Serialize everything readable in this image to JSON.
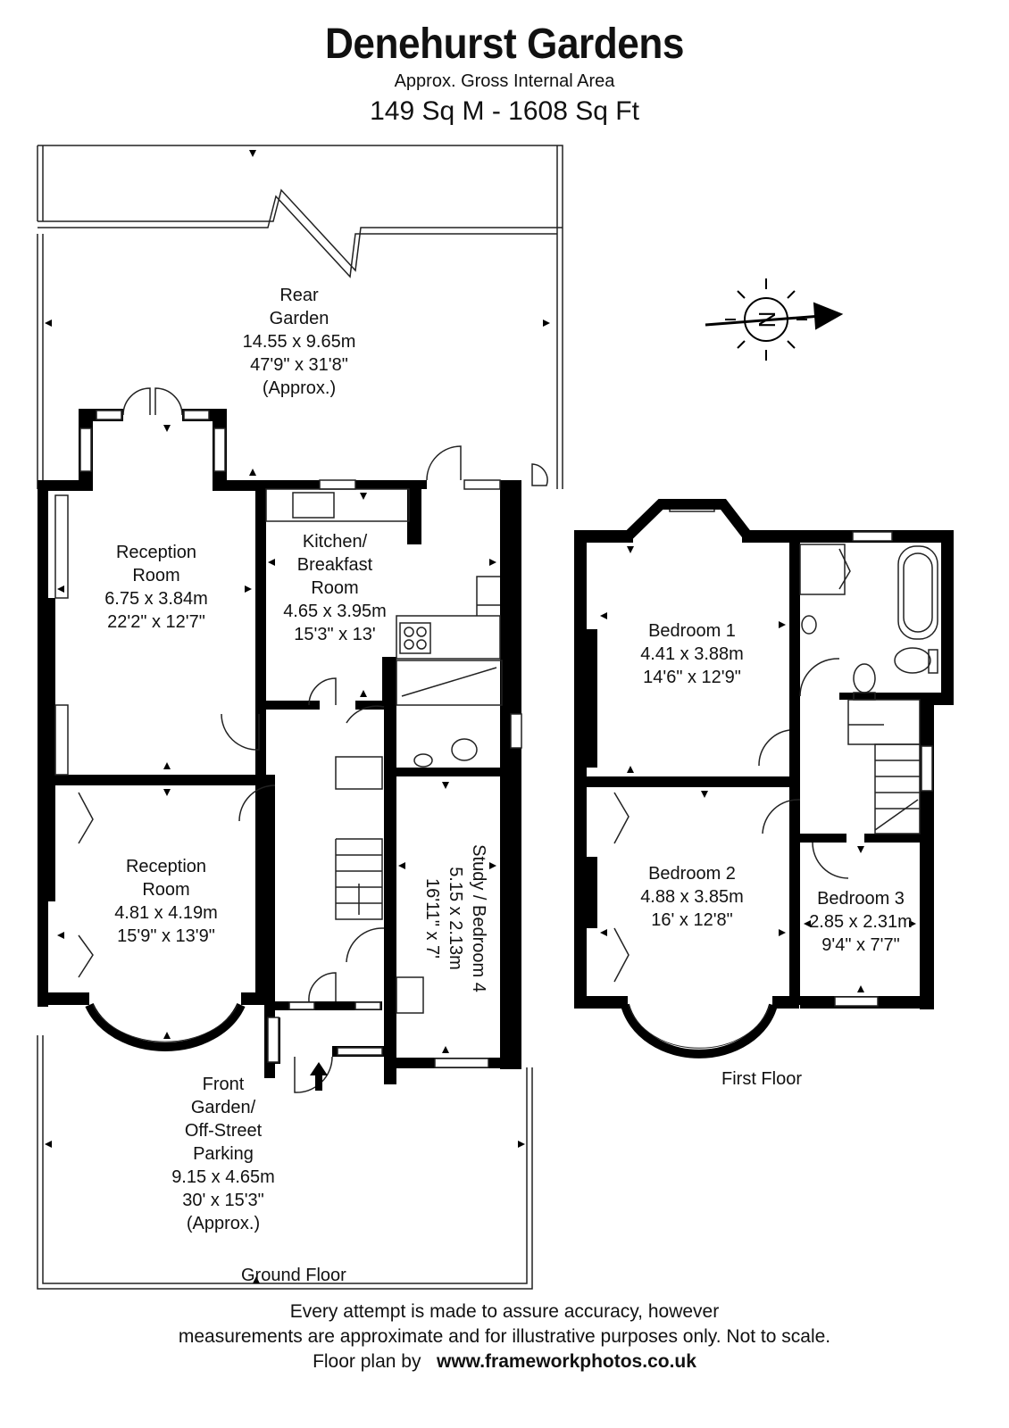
{
  "header": {
    "title": "Denehurst Gardens",
    "subtitle": "Approx. Gross Internal Area",
    "area": "149 Sq M  -  1608 Sq Ft"
  },
  "rooms": [
    {
      "id": "rear-garden",
      "lines": [
        "Rear",
        "Garden",
        "14.55 x 9.65m",
        "47'9\" x 31'8\"",
        "(Approx.)"
      ]
    },
    {
      "id": "reception-room-rear",
      "lines": [
        "Reception",
        "Room",
        "6.75 x 3.84m",
        "22'2\" x 12'7\""
      ]
    },
    {
      "id": "kitchen",
      "lines": [
        "Kitchen/",
        "Breakfast",
        "Room",
        "4.65 x 3.95m",
        "15'3\" x 13'"
      ]
    },
    {
      "id": "reception-room-front",
      "lines": [
        "Reception",
        "Room",
        "4.81 x 4.19m",
        "15'9\" x 13'9\""
      ]
    },
    {
      "id": "study",
      "lines": [
        "Study / Bedroom 4",
        "5.15 x 2.13m",
        "16'11\" x 7'"
      ]
    },
    {
      "id": "front-garden",
      "lines": [
        "Front",
        "Garden/",
        "Off-Street",
        "Parking",
        "9.15 x 4.65m",
        "30' x 15'3\"",
        "(Approx.)"
      ]
    },
    {
      "id": "bedroom-1",
      "lines": [
        "Bedroom 1",
        "4.41 x 3.88m",
        "14'6\" x 12'9\""
      ]
    },
    {
      "id": "bedroom-2",
      "lines": [
        "Bedroom 2",
        "4.88 x 3.85m",
        "16' x 12'8\""
      ]
    },
    {
      "id": "bedroom-3",
      "lines": [
        "Bedroom 3",
        "2.85 x 2.31m",
        "9'4\" x 7'7\""
      ]
    }
  ],
  "floors": {
    "ground": "Ground Floor",
    "first": "First Floor"
  },
  "compass": {
    "letter": "N"
  },
  "footer": {
    "line1": "Every attempt is made to assure accuracy, however",
    "line2": "measurements are approximate and for illustrative purposes only. Not to scale.",
    "line3_prefix": "Floor plan by",
    "line3_link": "www.frameworkphotos.co.uk"
  }
}
